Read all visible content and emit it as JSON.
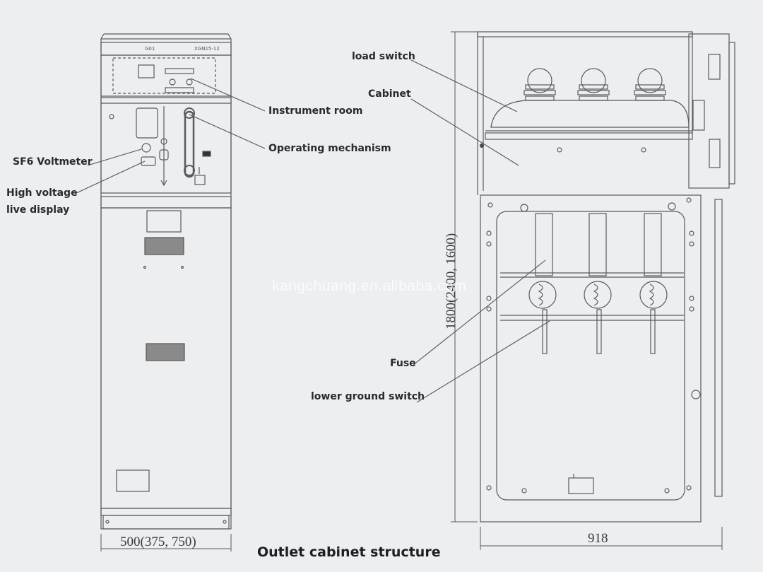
{
  "labels": {
    "load_switch": "load switch",
    "cabinet": "Cabinet",
    "instrument_room": "Instrument room",
    "operating_mechanism": "Operating mechanism",
    "sf6_voltmeter": "SF6 Voltmeter",
    "hv_display_line1": "High voltage",
    "hv_display_line2": "live display",
    "fuse": "Fuse",
    "lower_ground_switch": "lower ground switch"
  },
  "dimensions": {
    "front_width": "500(375, 750)",
    "side_width": "918",
    "height": "1800(2400, 1600)"
  },
  "panel_text": {
    "nameplate_code": "G01",
    "nameplate_model": "XGN15-12"
  },
  "title": "Outlet cabinet structure",
  "watermark": "kangchuang.en.alibaba.com",
  "colors": {
    "line": "#5a5a5a",
    "background": "#eceef0",
    "label": "#2a2a2a"
  }
}
